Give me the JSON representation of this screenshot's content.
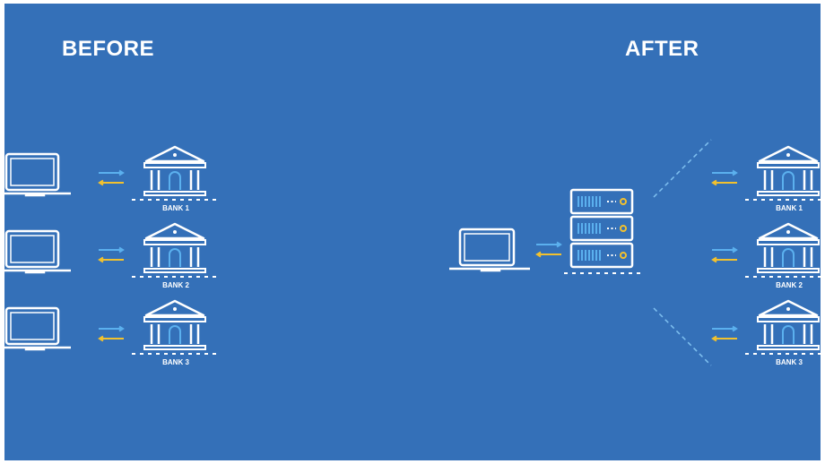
{
  "before": {
    "title": "BEFORE",
    "banks": [
      {
        "label": "BANK 1"
      },
      {
        "label": "BANK 2"
      },
      {
        "label": "BANK 3"
      }
    ]
  },
  "after": {
    "title": "AFTER",
    "banks": [
      {
        "label": "BANK 1"
      },
      {
        "label": "BANK 2"
      },
      {
        "label": "BANK 3"
      }
    ]
  },
  "colors": {
    "background": "#3470b8",
    "line": "#ffffff",
    "arrow_out": "#5bb0ee",
    "arrow_in": "#f2c12e",
    "server_light": "#5bb0ee",
    "dashed_connector": "#7fc0f0"
  },
  "icons": [
    "laptop-icon",
    "bank-icon",
    "server-icon",
    "arrow-right-icon",
    "arrow-left-icon"
  ]
}
